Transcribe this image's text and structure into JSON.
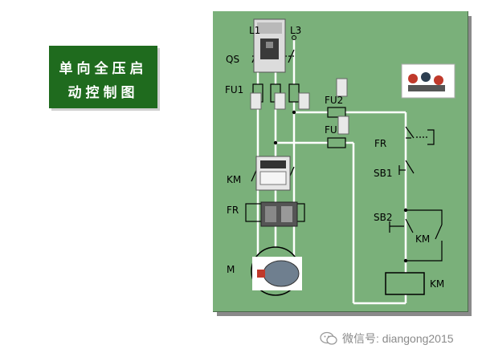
{
  "title": {
    "line1": "单向全压启",
    "line2": "动控制图"
  },
  "labels": {
    "L1": "L1",
    "L3": "L3",
    "QS": "QS",
    "FU1": "FU1",
    "FU2": "FU2",
    "FU2b": "FU",
    "KM_main": "KM",
    "FR_main": "FR",
    "M": "M",
    "FR_ctrl": "FR",
    "SB1": "SB1",
    "SB2": "SB2",
    "KM_aux": "KM",
    "KM_coil": "KM"
  },
  "watermark": {
    "text": "微信号: diangong2015",
    "icon": "wechat-icon"
  },
  "colors": {
    "panel": "#7ab07a",
    "title_bg": "#1f6b1e",
    "wire": "#ffffff",
    "line": "#000000"
  }
}
